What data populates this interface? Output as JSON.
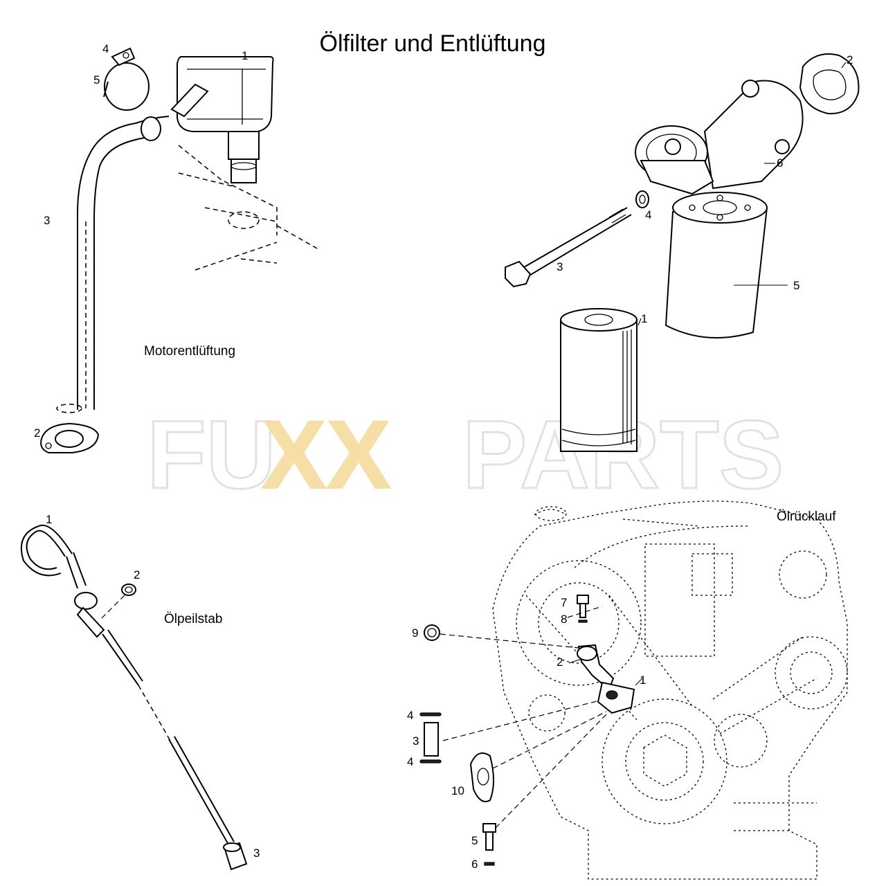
{
  "title": "Ölfilter und Entlüftung",
  "sections": {
    "motorentlueftung": {
      "label": "Motorentlüftung",
      "callouts": [
        "1",
        "2",
        "3",
        "4",
        "5"
      ]
    },
    "oelfilter": {
      "callouts": [
        "1",
        "2",
        "3",
        "4",
        "5",
        "6"
      ]
    },
    "oelpeilstab": {
      "label": "Ölpeilstab",
      "callouts": [
        "1",
        "2",
        "3"
      ]
    },
    "oelruecklauf": {
      "label": "Ölrücklauf",
      "callouts": [
        "1",
        "2",
        "3",
        "4",
        "4",
        "5",
        "6",
        "7",
        "8",
        "9",
        "10"
      ]
    }
  },
  "watermark": {
    "left": "FU",
    "middle": "XX",
    "right": "PARTS",
    "outline_color": "#e2e2e2",
    "accent_color": "#f6dfa6"
  }
}
